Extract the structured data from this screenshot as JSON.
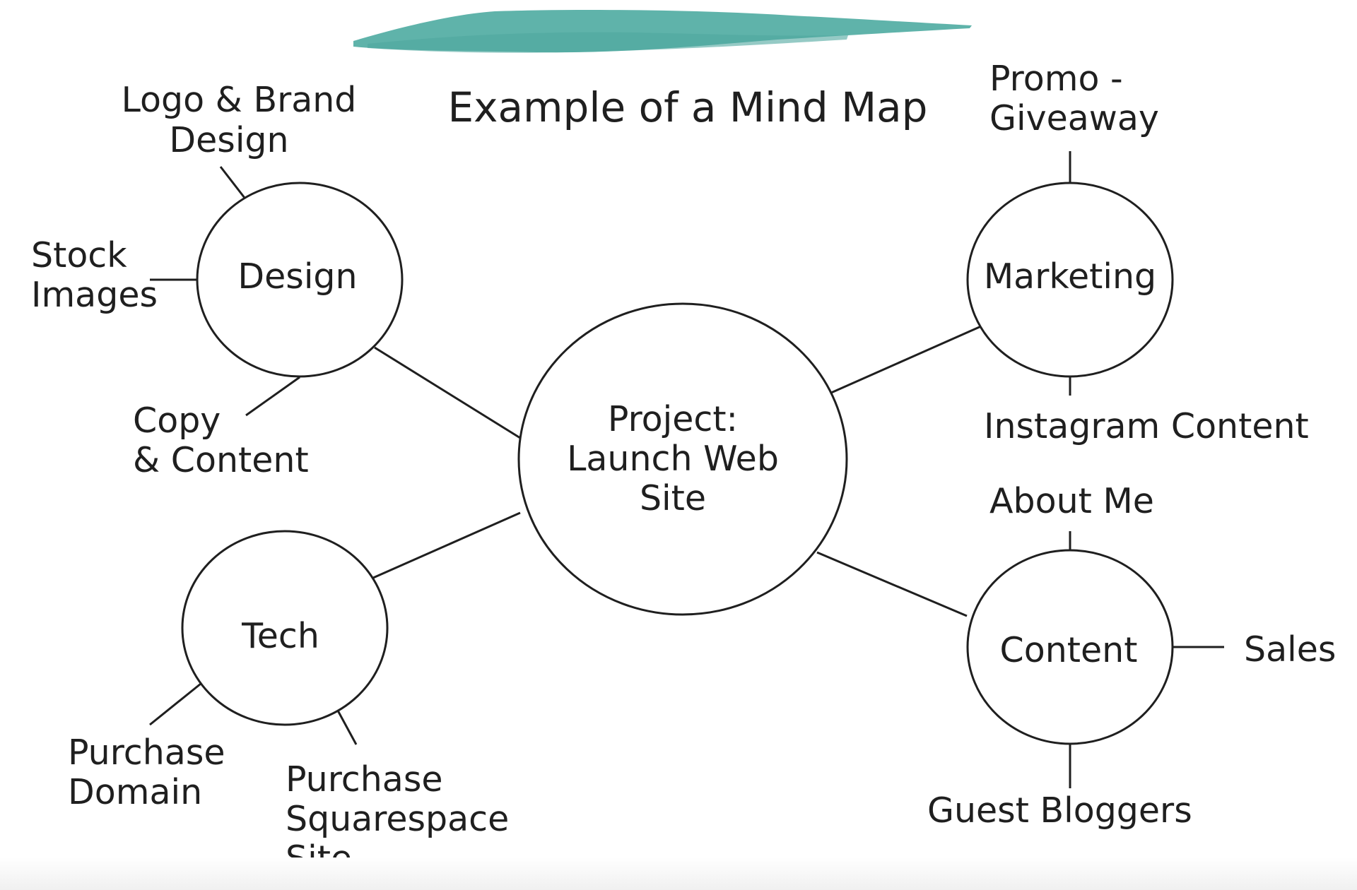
{
  "title": "Example of a Mind Map",
  "colors": {
    "brush": "#5fb3aa",
    "stroke": "#1f1f1f"
  },
  "center": {
    "lines": [
      "Project:",
      "Launch Web",
      "Site"
    ]
  },
  "branches": {
    "design": "Design",
    "marketing": "Marketing",
    "tech": "Tech",
    "content": "Content"
  },
  "leaves": {
    "logo_brand": [
      "Logo & Brand",
      "Design"
    ],
    "stock_images": [
      "Stock",
      "Images"
    ],
    "copy_content": [
      "Copy",
      "& Content"
    ],
    "promo_giveaway": [
      "Promo -",
      "Giveaway"
    ],
    "instagram": [
      "Instagram Content"
    ],
    "about_me": [
      "About Me"
    ],
    "sales": [
      "Sales"
    ],
    "guest_bloggers": [
      "Guest Bloggers"
    ],
    "purchase_domain": [
      "Purchase",
      "Domain"
    ],
    "purchase_squarespace": [
      "Purchase",
      "Squarespace",
      "Site"
    ]
  }
}
